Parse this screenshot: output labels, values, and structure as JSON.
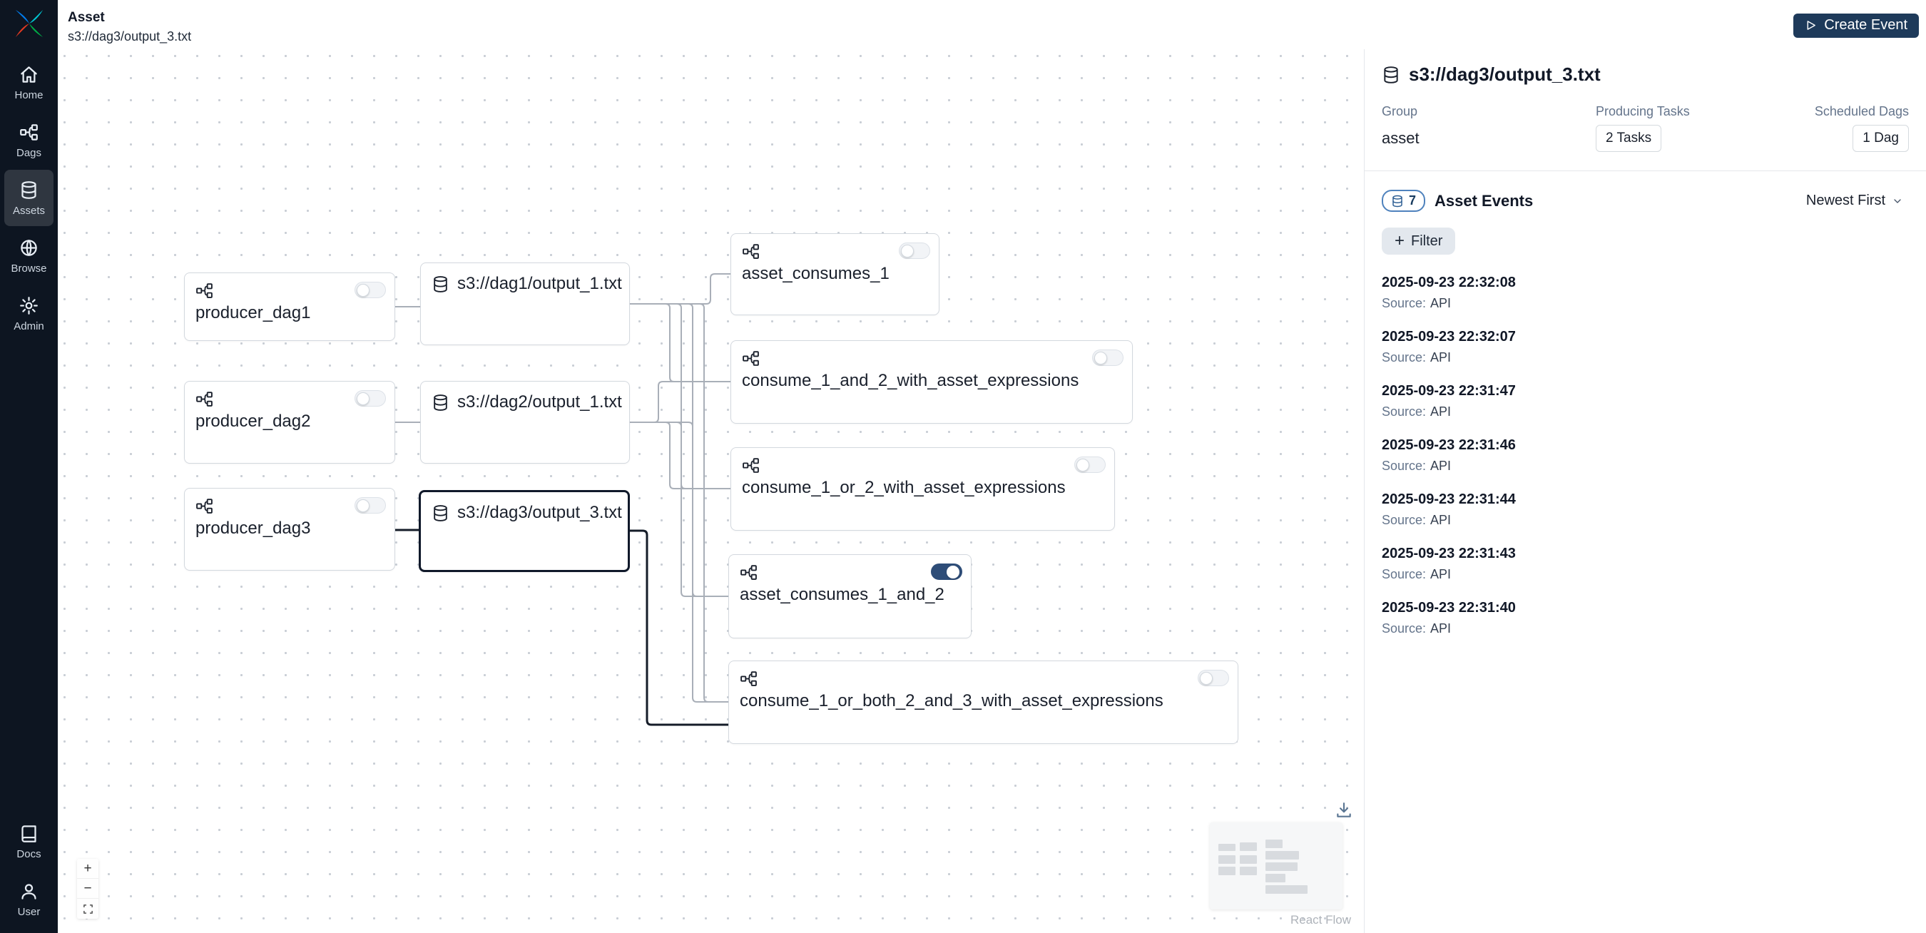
{
  "header": {
    "title": "Asset",
    "subtitle": "s3://dag3/output_3.txt",
    "create_event": "Create Event"
  },
  "sidebar": {
    "items": [
      {
        "label": "Home"
      },
      {
        "label": "Dags"
      },
      {
        "label": "Assets"
      },
      {
        "label": "Browse"
      },
      {
        "label": "Admin"
      }
    ],
    "bottom": [
      {
        "label": "Docs"
      },
      {
        "label": "User"
      }
    ]
  },
  "graph": {
    "nodes": {
      "producer_dag1": "producer_dag1",
      "asset1": "s3://dag1/output_1.txt",
      "producer_dag2": "producer_dag2",
      "asset2": "s3://dag2/output_1.txt",
      "producer_dag3": "producer_dag3",
      "asset3": "s3://dag3/output_3.txt",
      "consumer1": "asset_consumes_1",
      "consumer2": "consume_1_and_2_with_asset_expressions",
      "consumer3": "consume_1_or_2_with_asset_expressions",
      "consumer4": "asset_consumes_1_and_2",
      "consumer5": "consume_1_or_both_2_and_3_with_asset_expressions"
    },
    "controls": {
      "zoom_in": "+",
      "zoom_out": "−"
    },
    "attribution": "React Flow"
  },
  "panel": {
    "title": "s3://dag3/output_3.txt",
    "group_label": "Group",
    "group_value": "asset",
    "producing_label": "Producing Tasks",
    "producing_value": "2 Tasks",
    "scheduled_label": "Scheduled Dags",
    "scheduled_value": "1 Dag",
    "events_count": "7",
    "events_title": "Asset Events",
    "sort_value": "Newest First",
    "filter_label": "Filter",
    "events": [
      {
        "timestamp": "2025-09-23 22:32:08",
        "source_label": "Source:",
        "source": "API"
      },
      {
        "timestamp": "2025-09-23 22:32:07",
        "source_label": "Source:",
        "source": "API"
      },
      {
        "timestamp": "2025-09-23 22:31:47",
        "source_label": "Source:",
        "source": "API"
      },
      {
        "timestamp": "2025-09-23 22:31:46",
        "source_label": "Source:",
        "source": "API"
      },
      {
        "timestamp": "2025-09-23 22:31:44",
        "source_label": "Source:",
        "source": "API"
      },
      {
        "timestamp": "2025-09-23 22:31:43",
        "source_label": "Source:",
        "source": "API"
      },
      {
        "timestamp": "2025-09-23 22:31:40",
        "source_label": "Source:",
        "source": "API"
      }
    ]
  }
}
